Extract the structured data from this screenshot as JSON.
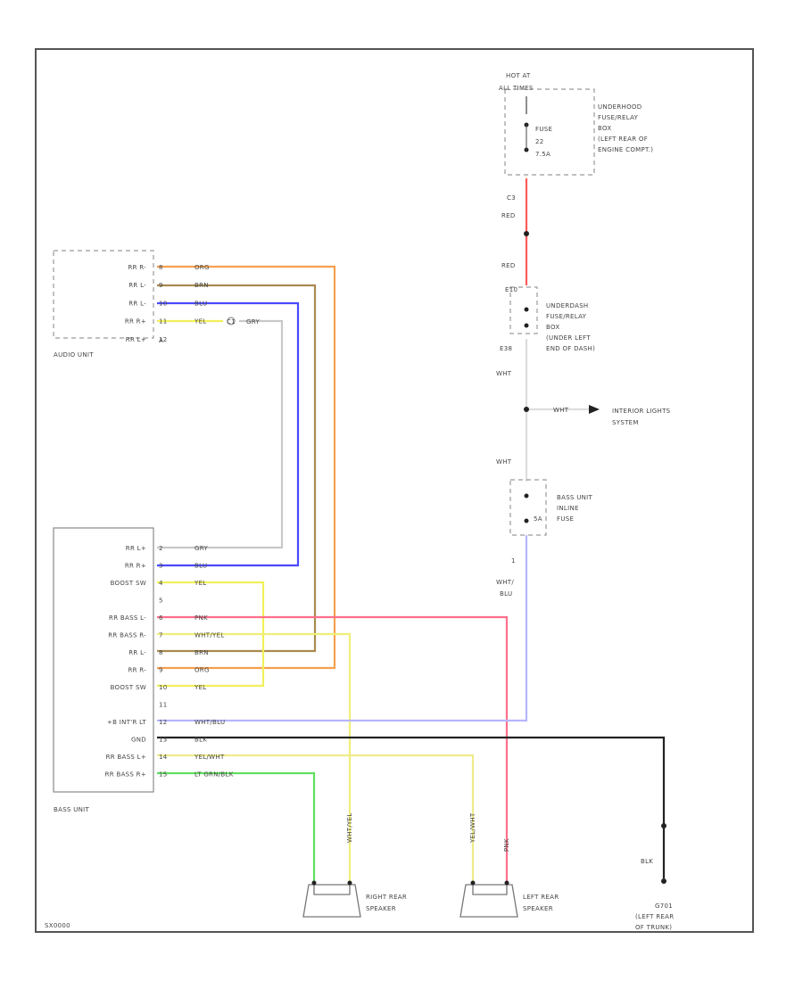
{
  "diagram_id": "SX0000",
  "colors": {
    "ORG": "#f5a04f",
    "BRN": "#a88a4e",
    "BLU": "#4a4aff",
    "YEL": "#f3f05a",
    "GRY": "#c8c8c8",
    "PNK": "#ff6f8c",
    "RED": "#ff5a5a",
    "WHT_YEL": "#f0ee7a",
    "WHT_BLU": "#b6b6ff",
    "BLK": "#222222",
    "YEL_WHT": "#eeeb8a",
    "LT_GRN_BLK": "#5fe05f"
  },
  "power": {
    "hot_at": "HOT AT",
    "all_times": "ALL TIMES",
    "fuse": "FUSE",
    "fuse_num": "22",
    "fuse_amp": "7.5A",
    "box_label": [
      "UNDERHOOD",
      "FUSE/RELAY",
      "BOX",
      "(LEFT REAR OF",
      "ENGINE COMPT.)"
    ],
    "pin_c1": "C3",
    "wire_red_1": "RED",
    "wire_red_2": "RED"
  },
  "dash_box": {
    "pin_top": "E10",
    "label": [
      "UNDERDASH",
      "FUSE/RELAY",
      "BOX",
      "(UNDER LEFT",
      "END OF DASH)"
    ],
    "pin_bottom": "E38",
    "wire_wht_1": "WHT",
    "wire_wht_2": "WHT",
    "wire_wht_3": "WHT",
    "interior": [
      "INTERIOR LIGHTS",
      "SYSTEM"
    ]
  },
  "bass_fuse": {
    "amp": "5A",
    "label": [
      "BASS UNIT",
      "INLINE",
      "FUSE"
    ],
    "pin": "1",
    "wire": [
      "WHT/",
      "BLU"
    ]
  },
  "audio_unit": {
    "name": "AUDIO UNIT",
    "pins": [
      {
        "label": "RR R-",
        "num": "8",
        "wire": "ORG"
      },
      {
        "label": "RR L-",
        "num": "9",
        "wire": "BRN"
      },
      {
        "label": "RR L-",
        "num": "10",
        "wire": "BLU"
      },
      {
        "label": "RR R+",
        "num": "11",
        "wire": "YEL"
      },
      {
        "label": "RR L+",
        "num": "12",
        "wire": ""
      }
    ],
    "gry_splice": "C1",
    "gry_label": "GRY",
    "connector": "A"
  },
  "bass_unit": {
    "name": "BASS UNIT",
    "pins": [
      {
        "label": "RR L+",
        "num": "2",
        "wire": "GRY"
      },
      {
        "label": "RR R+",
        "num": "3",
        "wire": "BLU"
      },
      {
        "label": "BOOST SW",
        "num": "4",
        "wire": "YEL"
      },
      {
        "label": "",
        "num": "5",
        "wire": ""
      },
      {
        "label": "RR BASS L-",
        "num": "6",
        "wire": "PNK"
      },
      {
        "label": "RR BASS R-",
        "num": "7",
        "wire": "WHT/YEL"
      },
      {
        "label": "RR L-",
        "num": "8",
        "wire": "BRN"
      },
      {
        "label": "RR R-",
        "num": "9",
        "wire": "ORG"
      },
      {
        "label": "BOOST SW",
        "num": "10",
        "wire": "YEL"
      },
      {
        "label": "",
        "num": "11",
        "wire": ""
      },
      {
        "label": "+B INT'R LT",
        "num": "12",
        "wire": "WHT/BLU"
      },
      {
        "label": "GND",
        "num": "13",
        "wire": "BLK"
      },
      {
        "label": "RR BASS L+",
        "num": "14",
        "wire": "YEL/WHT"
      },
      {
        "label": "RR BASS R+",
        "num": "15",
        "wire": "LT GRN/BLK"
      }
    ]
  },
  "speakers": {
    "right": {
      "name": [
        "RIGHT REAR",
        "SPEAKER"
      ],
      "wire": "WHT/YEL"
    },
    "left": {
      "name": [
        "LEFT REAR",
        "SPEAKER"
      ],
      "wire": "YEL/WHT"
    },
    "left_pnk": "PNK"
  },
  "ground": {
    "wire": "BLK",
    "code": "G701",
    "label": [
      "(LEFT REAR",
      "OF TRUNK)"
    ]
  }
}
